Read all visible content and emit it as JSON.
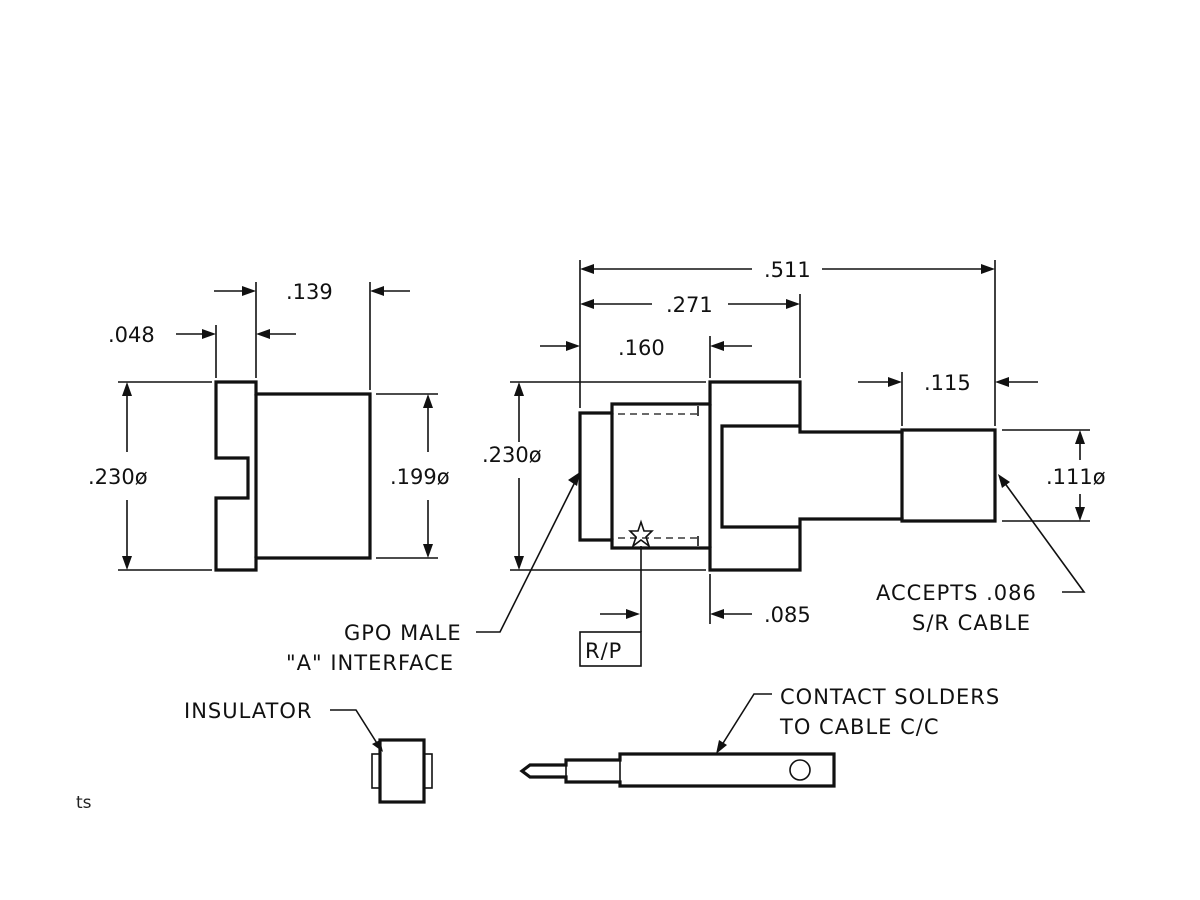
{
  "dimensions": {
    "left_body_overall": ".139",
    "left_flange_width": ".048",
    "left_diameter": ".230ø",
    "left_body_diameter": ".199ø",
    "overall_length": ".511",
    "body_length": ".271",
    "interface_length": ".160",
    "right_diameter": ".230ø",
    "rear_section_length": ".115",
    "rear_diameter": ".111ø",
    "flange_offset": ".085"
  },
  "callouts": {
    "gpo_line1": "GPO MALE",
    "gpo_line2": "\"A\" INTERFACE",
    "accepts_line1": "ACCEPTS .086",
    "accepts_line2": "S/R CABLE",
    "rp_box": "R/P",
    "insulator": "INSULATOR",
    "contact_line1": "CONTACT SOLDERS",
    "contact_line2": "TO CABLE C/C"
  },
  "fragment_text": "ts"
}
